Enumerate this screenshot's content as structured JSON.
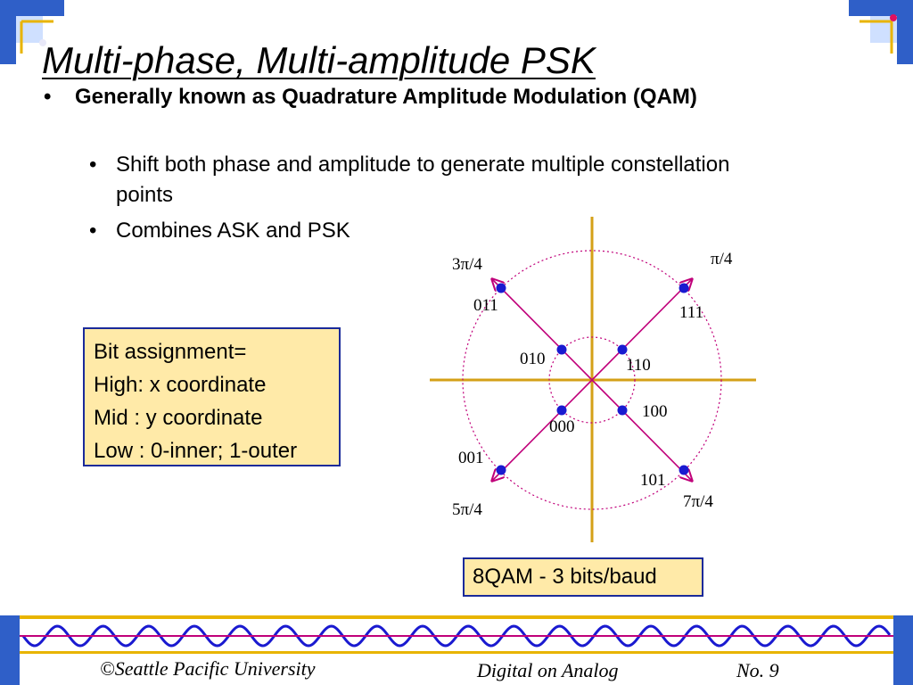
{
  "slide": {
    "title": "Multi-phase, Multi-amplitude PSK",
    "bullets": [
      {
        "mark": "•",
        "text": "Generally known as Quadrature Amplitude Modulation (QAM)"
      },
      {
        "mark": "•",
        "text": "Shift both phase and amplitude to generate multiple constellation points"
      },
      {
        "mark": "•",
        "text": "Combines ASK and PSK"
      }
    ],
    "bit_assignment": [
      "Bit assignment=",
      "High: x coordinate",
      "Mid : y coordinate",
      "Low : 0-inner; 1-outer"
    ],
    "caption": "8QAM - 3 bits/baud"
  },
  "constellation": {
    "angle_labels": {
      "q1": "π/4",
      "q2": "3π/4",
      "q3": "5π/4",
      "q4": "7π/4"
    },
    "points": [
      {
        "bits": "111",
        "quadrant": "q1",
        "ring": "outer"
      },
      {
        "bits": "011",
        "quadrant": "q2",
        "ring": "outer"
      },
      {
        "bits": "001",
        "quadrant": "q3",
        "ring": "outer"
      },
      {
        "bits": "101",
        "quadrant": "q4",
        "ring": "outer"
      },
      {
        "bits": "110",
        "quadrant": "q1",
        "ring": "inner"
      },
      {
        "bits": "010",
        "quadrant": "q2",
        "ring": "inner"
      },
      {
        "bits": "000",
        "quadrant": "q3",
        "ring": "inner"
      },
      {
        "bits": "100",
        "quadrant": "q4",
        "ring": "inner"
      }
    ],
    "colors": {
      "axis": "#d4a017",
      "vector": "#c0007a",
      "circle": "#c0007a",
      "point": "#1a1ad0"
    }
  },
  "footer": {
    "copyright": "©Seattle Pacific University",
    "topic": "Digital on Analog",
    "page": "No. 9"
  },
  "theme": {
    "accent_blue": "#3a6fd0",
    "box_fill": "#ffeaa8",
    "box_border": "#1a2a9a",
    "wave_color": "#1a1ad0",
    "line_color": "#c0007a"
  }
}
